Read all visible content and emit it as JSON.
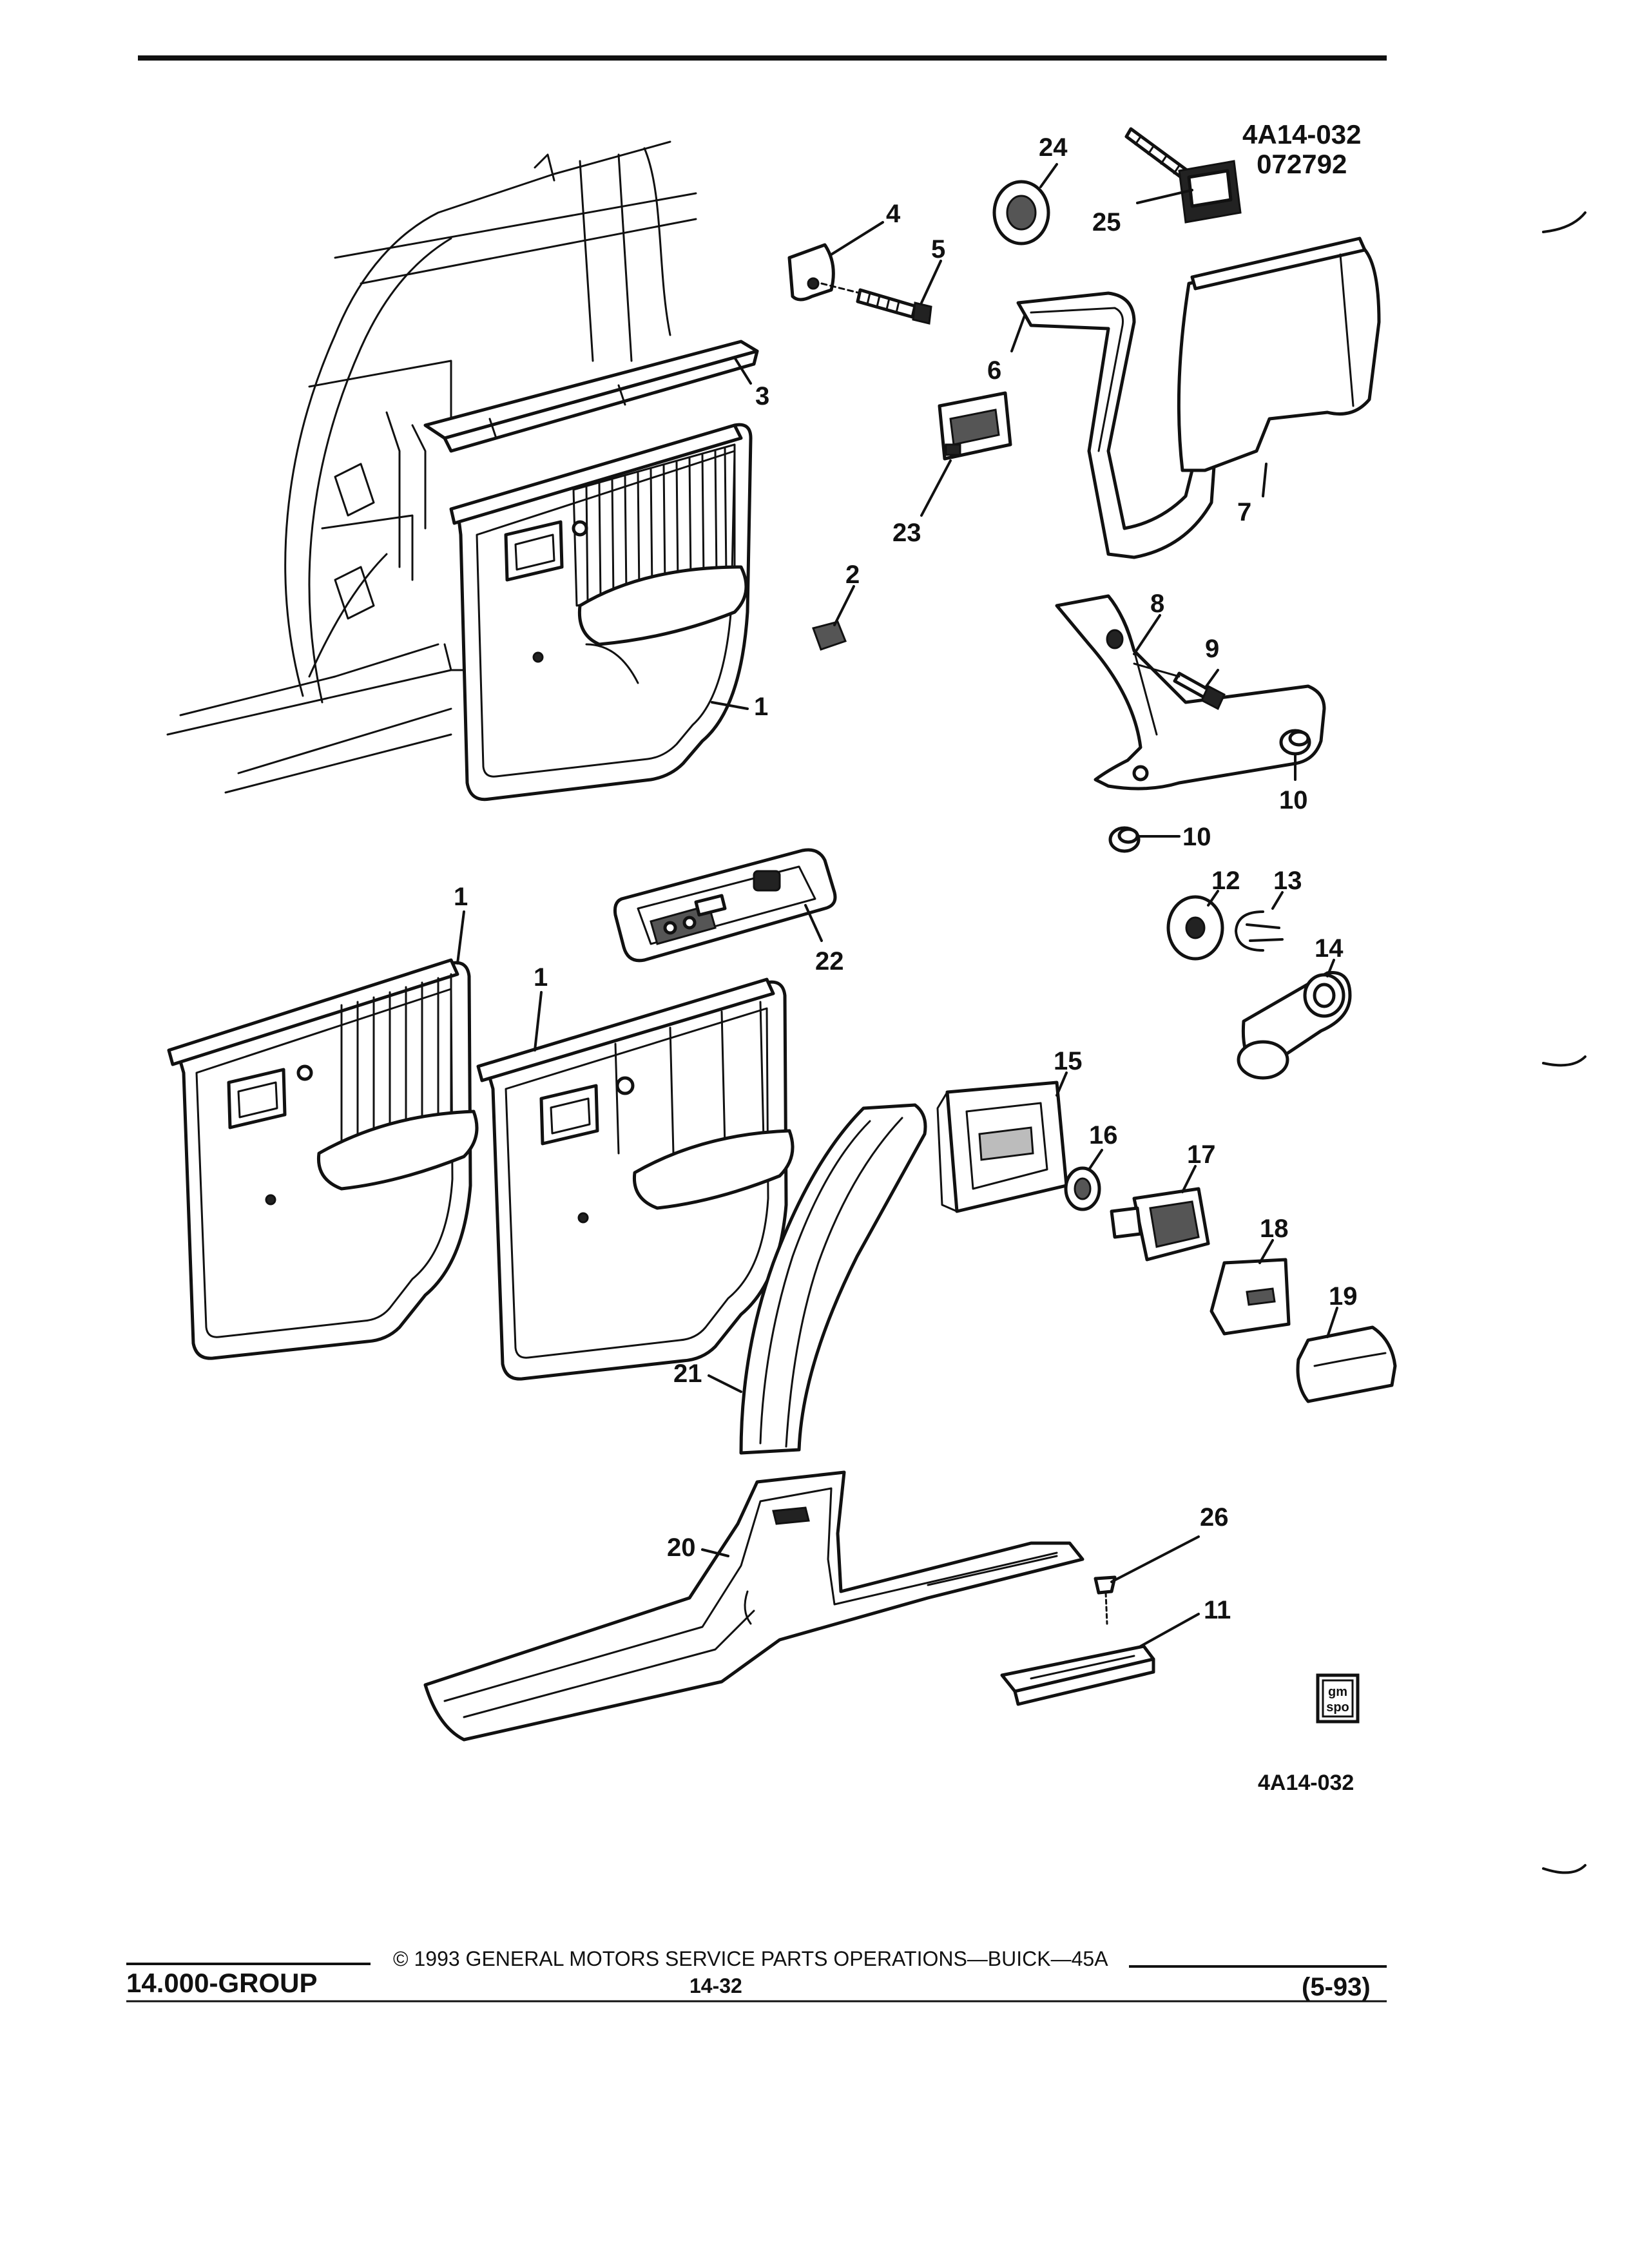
{
  "header": {
    "figure_id_line1": "4A14-032",
    "figure_id_line2": "072792"
  },
  "callouts": [
    "1",
    "1",
    "1",
    "2",
    "3",
    "4",
    "5",
    "6",
    "7",
    "8",
    "9",
    "10",
    "10",
    "11",
    "12",
    "13",
    "14",
    "15",
    "16",
    "17",
    "18",
    "19",
    "20",
    "21",
    "22",
    "23",
    "24",
    "25",
    "26"
  ],
  "figure_code": "4A14-032",
  "badge": {
    "line1": "gm",
    "line2": "spo"
  },
  "footer": {
    "copyright": "© 1993 GENERAL MOTORS SERVICE PARTS OPERATIONS—BUICK—45A",
    "group": "14.000-GROUP",
    "page": "14-32",
    "date": "(5-93)"
  }
}
